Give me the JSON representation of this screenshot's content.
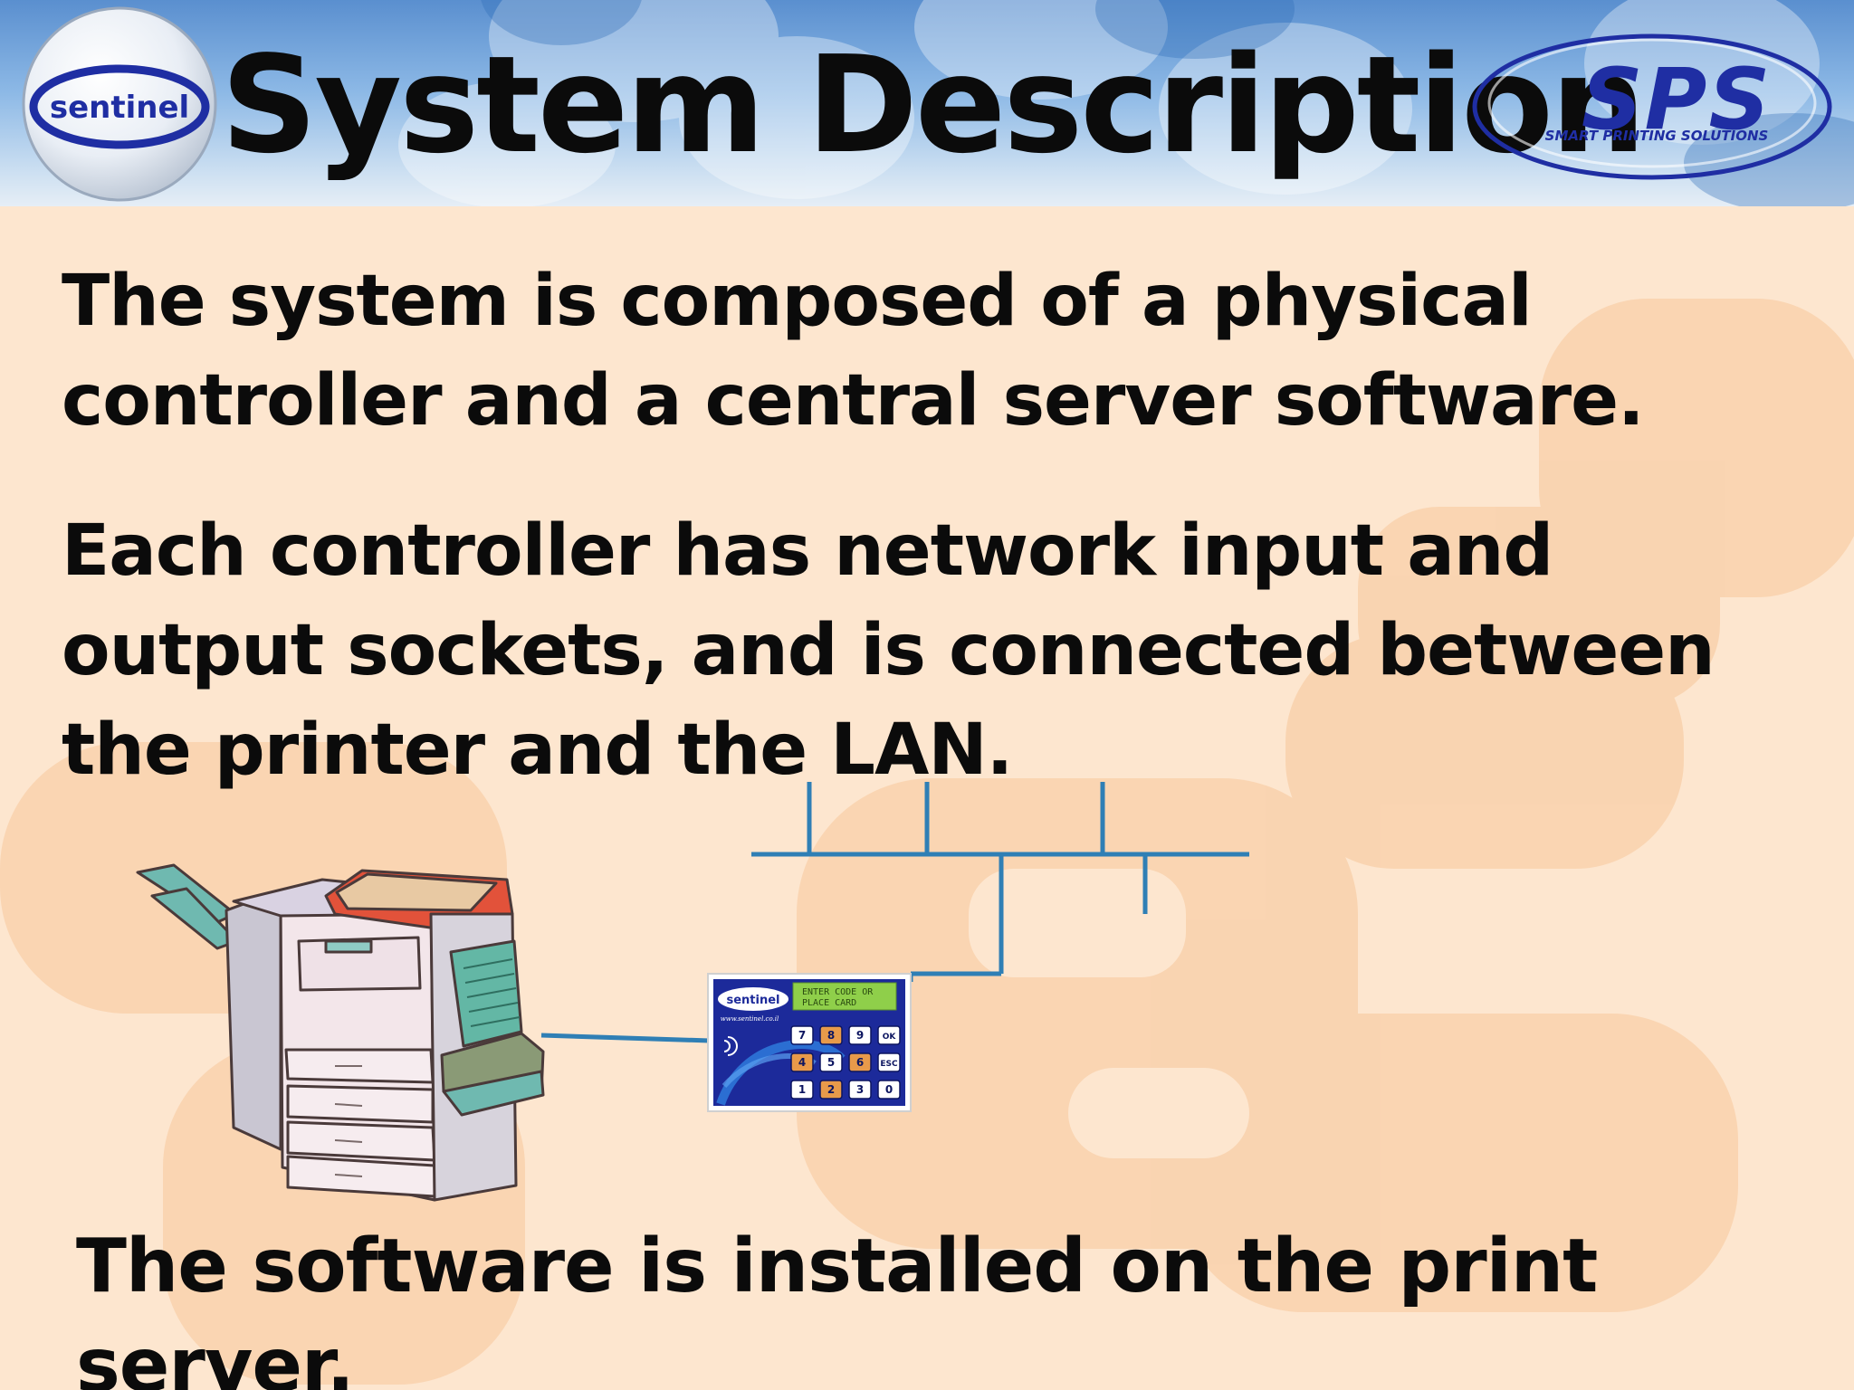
{
  "slide": {
    "title": "System Description",
    "paragraphs": [
      "The system is composed of a physical controller and a central server software.",
      "Each controller has network input and output sockets, and is connected between the printer and the LAN.",
      "The software is installed on the print server."
    ]
  },
  "logos": {
    "left_text": "sentinel",
    "right_text": "SPS",
    "right_subtitle": "SMART PRINTING SOLUTIONS"
  },
  "controller": {
    "brand": "sentinel",
    "url": "www.sentinel.co.il",
    "lcd_line1": "ENTER CODE OR",
    "lcd_line2": "PLACE CARD",
    "keys": [
      [
        "7",
        "8",
        "9",
        "OK"
      ],
      [
        "4",
        "5",
        "6",
        "ESC"
      ],
      [
        "1",
        "2",
        "3",
        "0"
      ]
    ]
  },
  "colors": {
    "background": "#fde6cf",
    "header_blue": "#5a8fcf",
    "network_line": "#2f7fb5",
    "logo_blue": "#1f2ea3",
    "text": "#0b0b0b"
  },
  "icons": {
    "printer": "copier-printer-icon",
    "controller": "controller-keypad-icon"
  }
}
